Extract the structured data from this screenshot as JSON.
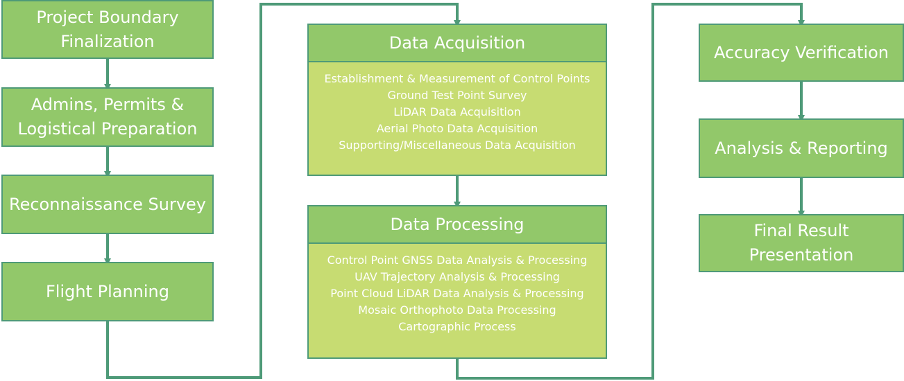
{
  "colors": {
    "box_fill": "#92c86a",
    "detail_fill": "#c7dc72",
    "border": "#4e9a78",
    "connector": "#4e9a78",
    "text": "#ffffff"
  },
  "left_column": [
    "Project Boundary Finalization",
    "Admins, Permits & Logistical Preparation",
    "Reconnaissance Survey",
    "Flight Planning"
  ],
  "middle_column": {
    "acquisition": {
      "title": "Data Acquisition",
      "items": [
        "Establishment & Measurement of Control Points",
        "Ground Test Point Survey",
        "LiDAR Data Acquisition",
        "Aerial Photo Data Acquisition",
        "Supporting/Miscellaneous Data Acquisition"
      ]
    },
    "processing": {
      "title": "Data Processing",
      "items": [
        "Control Point GNSS Data Analysis & Processing",
        "UAV Trajectory Analysis & Processing",
        "Point Cloud LiDAR Data Analysis & Processing",
        "Mosaic Orthophoto Data Processing",
        "Cartographic Process"
      ]
    }
  },
  "right_column": [
    "Accuracy Verification",
    "Analysis & Reporting",
    "Final Result Presentation"
  ]
}
